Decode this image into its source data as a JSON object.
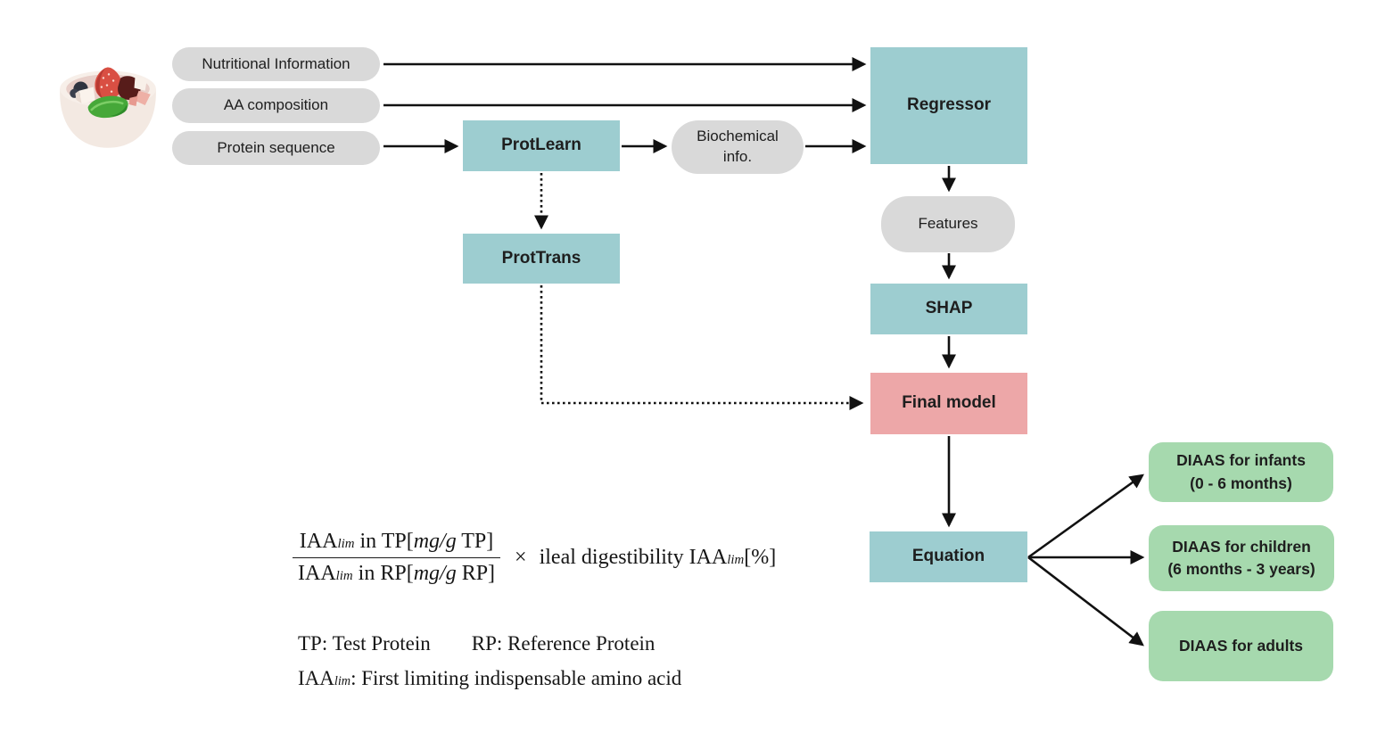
{
  "colors": {
    "teal": "#9dcdd0",
    "pink": "#eda7a8",
    "green": "#a6d9ae",
    "gray": "#d9d9d9",
    "arrow": "#111111"
  },
  "icon": {
    "food_bowl": "food-bowl"
  },
  "inputs": [
    {
      "label": "Nutritional Information"
    },
    {
      "label": "AA composition"
    },
    {
      "label": "Protein sequence"
    }
  ],
  "nodes": {
    "protlearn": "ProtLearn",
    "biochemical": "Biochemical info.",
    "prottrans": "ProtTrans",
    "regressor": "Regressor",
    "features": "Features",
    "shap": "SHAP",
    "final_model": "Final model",
    "equation": "Equation"
  },
  "outputs": [
    {
      "line1": "DIAAS for infants",
      "line2": "(0 - 6 months)"
    },
    {
      "line1": "DIAAS for children",
      "line2": "(6 months - 3 years)"
    },
    {
      "line1": "DIAAS for adults",
      "line2": ""
    }
  ],
  "formula": {
    "num_base": "IAA",
    "num_sub": "lim",
    "num_mid": " in TP[",
    "num_var": "mg/g",
    "num_end": " TP]",
    "den_base": "IAA",
    "den_sub": "lim",
    "den_mid": " in RP[",
    "den_var": "mg/g",
    "den_end": " RP]",
    "times": "×",
    "rhs_text": "ileal digestibility IAA",
    "rhs_sub": "lim",
    "rhs_end": "[%]"
  },
  "legend": {
    "tp": "TP: Test Protein",
    "rp": "RP: Reference Protein",
    "iaa_base": "IAA",
    "iaa_sub": "lim",
    "iaa_rest": ": First limiting indispensable amino acid"
  }
}
